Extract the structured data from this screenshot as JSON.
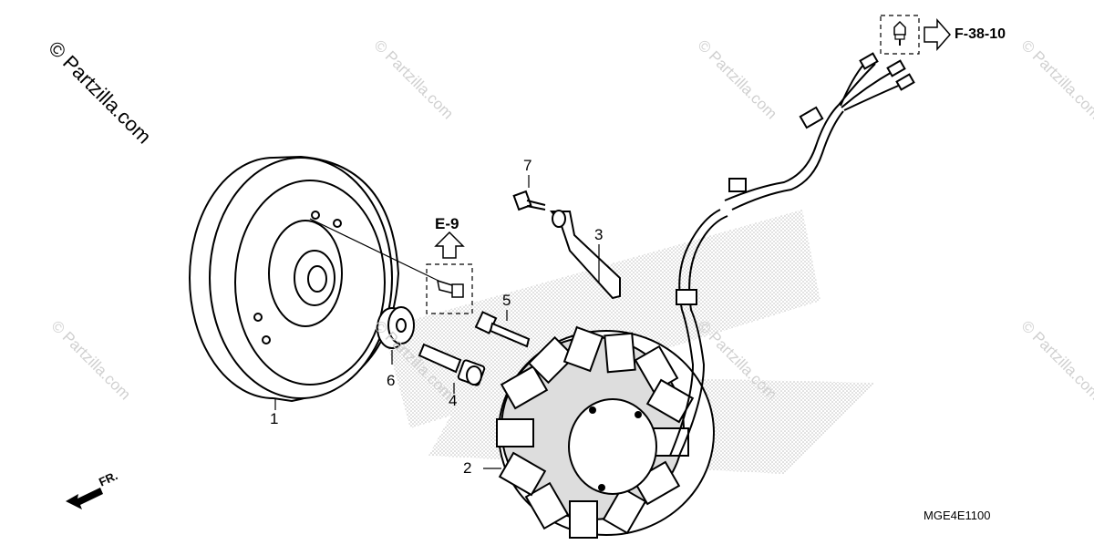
{
  "watermark": {
    "main": "© Partzilla.com",
    "faint": "© Partzilla.com"
  },
  "callouts": {
    "p1": "1",
    "p2": "2",
    "p3": "3",
    "p4": "4",
    "p5": "5",
    "p6": "6",
    "p7": "7"
  },
  "refs": {
    "e9": "E-9",
    "f3810": "F-38-10",
    "front": "FR."
  },
  "diagram_code": "MGE4E1100",
  "icons": {
    "up_arrow": "up-arrow-icon",
    "right_arrow": "right-arrow-icon",
    "front_arrow": "front-arrow-icon"
  }
}
